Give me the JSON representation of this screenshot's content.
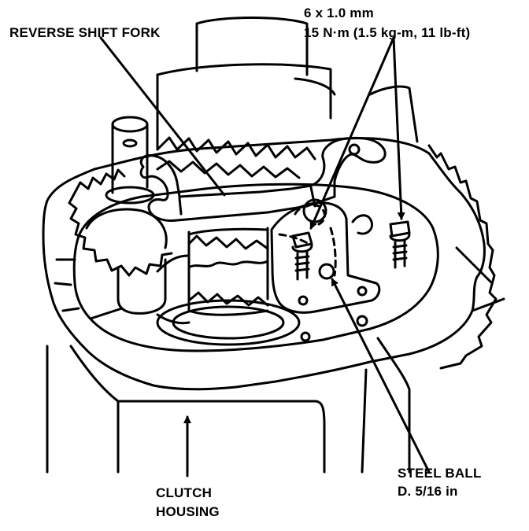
{
  "labels": {
    "reverse_shift_fork": "REVERSE SHIFT FORK",
    "bolt_size": "6 x 1.0 mm",
    "bolt_torque": "15 N·m (1.5 kg-m, 11 lb-ft)",
    "steel_ball_line1": "STEEL BALL",
    "steel_ball_line2": "D. 5/16 in",
    "clutch_housing_line1": "CLUTCH",
    "clutch_housing_line2": "HOUSING"
  }
}
